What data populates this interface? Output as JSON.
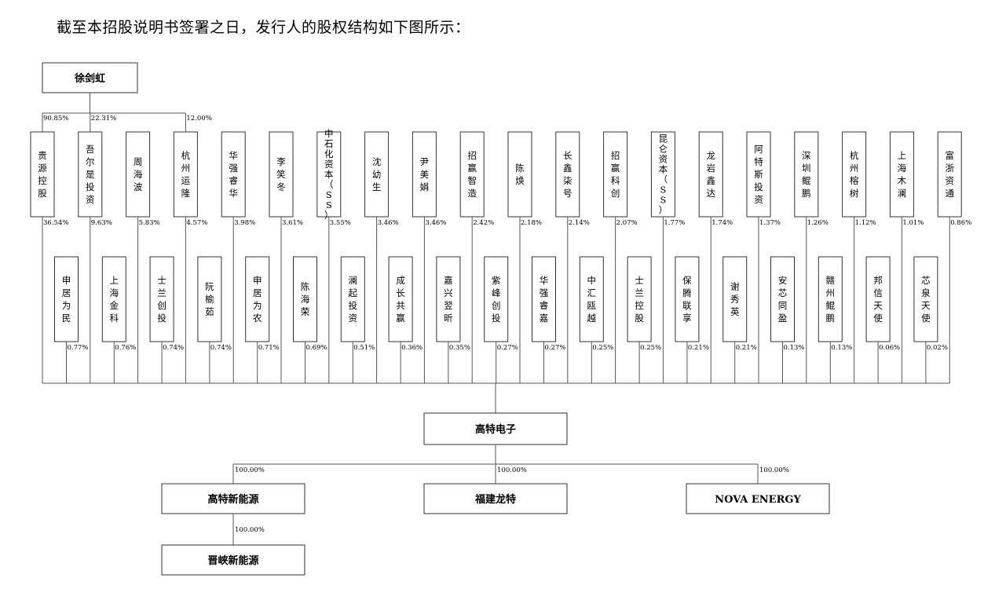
{
  "intro": "截至本招股说明书签署之日，发行人的股权结构如下图所示：",
  "founder": {
    "name": "徐剑虹",
    "holdings": [
      {
        "target": 0,
        "pct": "90.85%"
      },
      {
        "target": 1,
        "pct": "22.31%"
      },
      {
        "target": 3,
        "pct": "12.00%"
      }
    ]
  },
  "shareholders_top": [
    {
      "name": "贵源控股",
      "pct": "36.54%"
    },
    {
      "name": "吾尔是投资",
      "pct": "9.63%"
    },
    {
      "name": "周海波",
      "pct": "5.83%"
    },
    {
      "name": "杭州运隆",
      "pct": "4.57%"
    },
    {
      "name": "华强睿华",
      "pct": "3.98%"
    },
    {
      "name": "李笑冬",
      "pct": "3.61%"
    },
    {
      "name": "中石化资本（SS）",
      "pct": "3.55%"
    },
    {
      "name": "沈幼生",
      "pct": "3.46%"
    },
    {
      "name": "尹美娟",
      "pct": "3.46%"
    },
    {
      "name": "招赢智造",
      "pct": "2.42%"
    },
    {
      "name": "陈焕",
      "pct": "2.18%"
    },
    {
      "name": "长鑫柒号",
      "pct": "2.14%"
    },
    {
      "name": "招赢科创",
      "pct": "2.07%"
    },
    {
      "name": "昆仑资本（SS）",
      "pct": "1.77%"
    },
    {
      "name": "龙岩鑫达",
      "pct": "1.74%"
    },
    {
      "name": "阿特斯投资",
      "pct": "1.37%"
    },
    {
      "name": "深圳鲲鹏",
      "pct": "1.26%"
    },
    {
      "name": "杭州榕树",
      "pct": "1.12%"
    },
    {
      "name": "上海木澜",
      "pct": "1.01%"
    },
    {
      "name": "富浙资通",
      "pct": "0.86%"
    }
  ],
  "shareholders_bottom": [
    {
      "name": "申居为民",
      "pct": "0.77%"
    },
    {
      "name": "上海金科",
      "pct": "0.76%"
    },
    {
      "name": "士兰创投",
      "pct": "0.74%"
    },
    {
      "name": "阮榆茹",
      "pct": "0.74%"
    },
    {
      "name": "申居为农",
      "pct": "0.71%"
    },
    {
      "name": "陈海荣",
      "pct": "0.69%"
    },
    {
      "name": "澜起投资",
      "pct": "0.51%"
    },
    {
      "name": "成长共赢",
      "pct": "0.36%"
    },
    {
      "name": "嘉兴翌昕",
      "pct": "0.35%"
    },
    {
      "name": "紫峰创投",
      "pct": "0.27%"
    },
    {
      "name": "华强睿嘉",
      "pct": "0.27%"
    },
    {
      "name": "中汇瓯越",
      "pct": "0.25%"
    },
    {
      "name": "士兰控股",
      "pct": "0.25%"
    },
    {
      "name": "保腾联享",
      "pct": "0.21%"
    },
    {
      "name": "谢秀英",
      "pct": "0.21%"
    },
    {
      "name": "安芯同盈",
      "pct": "0.13%"
    },
    {
      "name": "赣州鲲鹏",
      "pct": "0.13%"
    },
    {
      "name": "邦信天使",
      "pct": "0.06%"
    },
    {
      "name": "芯泉天使",
      "pct": "0.02%"
    }
  ],
  "issuer": {
    "name": "高特电子"
  },
  "subsidiaries": [
    {
      "name": "高特新能源",
      "pct": "100.00%"
    },
    {
      "name": "福建龙特",
      "pct": "100.00%"
    },
    {
      "name": "NOVA ENERGY",
      "pct": "100.00%"
    }
  ],
  "sub_subsidiary": {
    "name": "晋峡新能源",
    "pct": "100.00%"
  },
  "colors": {
    "line": "#555555",
    "box_border": "#333333",
    "background": "#ffffff"
  }
}
